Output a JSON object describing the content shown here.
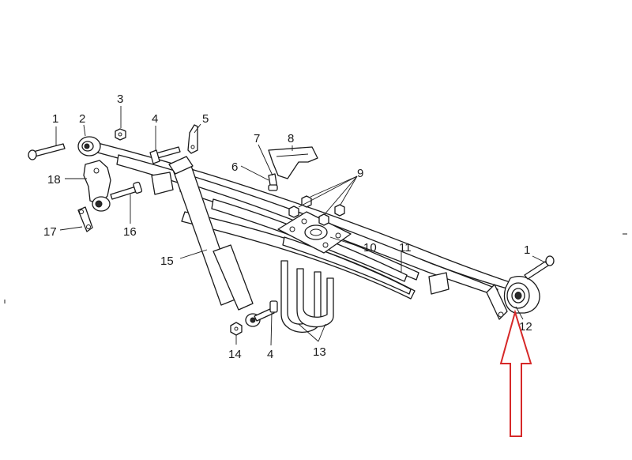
{
  "callouts": {
    "c1_left": "1",
    "c2": "2",
    "c3": "3",
    "c4_top": "4",
    "c5": "5",
    "c6": "6",
    "c7": "7",
    "c8": "8",
    "c9": "9",
    "c10": "10",
    "c11": "11",
    "c1_right": "1",
    "c12": "12",
    "c13": "13",
    "c4_bottom": "4",
    "c14": "14",
    "c15": "15",
    "c16": "16",
    "c17": "17",
    "c18": "18"
  },
  "colors": {
    "line": "#1a1a1a",
    "highlight_arrow": "#d62828",
    "background": "#ffffff"
  },
  "highlight": {
    "target_callout": "12",
    "icon": "up-arrow-icon"
  }
}
